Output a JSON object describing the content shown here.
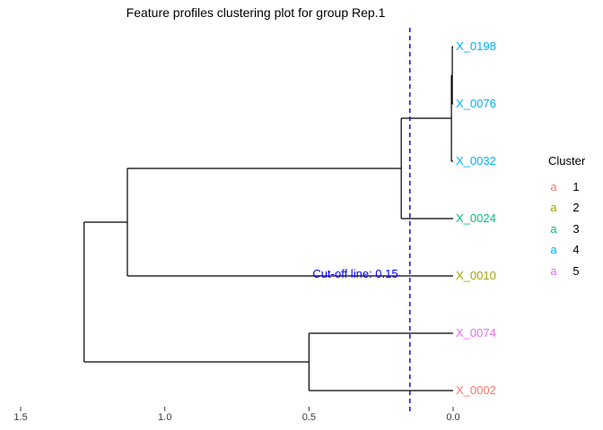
{
  "chart_data": {
    "type": "dendrogram",
    "orientation": "horizontal, leaves on right at height 0, height axis increasing to the left",
    "title": "Feature profiles clustering plot for group Rep.1",
    "axis": {
      "tick_labels": [
        "1.5",
        "1.0",
        "0.5",
        "0.0"
      ],
      "tick_values": [
        1.5,
        1.0,
        0.5,
        0.0
      ],
      "range": [
        1.55,
        -0.05
      ],
      "grid": "off"
    },
    "leaves": [
      {
        "label": "X_0198",
        "cluster": "4",
        "color": "#00B0F6"
      },
      {
        "label": "X_0076",
        "cluster": "4",
        "color": "#00B0F6"
      },
      {
        "label": "X_0032",
        "cluster": "4",
        "color": "#00B0F6"
      },
      {
        "label": "X_0024",
        "cluster": "3",
        "color": "#00BF7D"
      },
      {
        "label": "X_0010",
        "cluster": "2",
        "color": "#A3A500"
      },
      {
        "label": "X_0074",
        "cluster": "5",
        "color": "#E76BF3"
      },
      {
        "label": "X_0002",
        "cluster": "1",
        "color": "#F8766D"
      }
    ],
    "merges": [
      {
        "members": [
          "X_0198",
          "X_0076"
        ],
        "height": 0.003
      },
      {
        "members": [
          "X_0198+X_0076",
          "X_0032"
        ],
        "height": 0.006
      },
      {
        "members": [
          "X_0198+X_0076+X_0032",
          "X_0024"
        ],
        "height": 0.18
      },
      {
        "members": [
          "X_0074",
          "X_0002"
        ],
        "height": 0.5
      },
      {
        "members": [
          "top-four-leaves",
          "X_0010"
        ],
        "height": 1.13
      },
      {
        "members": [
          "top-five-leaves",
          "X_0074+X_0002"
        ],
        "height": 1.28
      }
    ],
    "tree": {
      "h": 1.28,
      "children": [
        {
          "h": 1.13,
          "children": [
            {
              "h": 0.18,
              "children": [
                {
                  "h": 0.006,
                  "children": [
                    {
                      "h": 0.003,
                      "children": [
                        {
                          "leaf": 0
                        },
                        {
                          "leaf": 1
                        }
                      ]
                    },
                    {
                      "leaf": 2
                    }
                  ]
                },
                {
                  "leaf": 3
                }
              ]
            },
            {
              "leaf": 4
            }
          ]
        },
        {
          "h": 0.5,
          "children": [
            {
              "leaf": 5
            },
            {
              "leaf": 6
            }
          ]
        }
      ]
    },
    "cutoff": {
      "label": "Cut-off line: 0.15",
      "value": 0.15,
      "color": "#0000FF",
      "style": "dashed vertical line"
    },
    "legend": {
      "title": "Cluster",
      "position": "right",
      "entries": [
        {
          "key": "a",
          "label": "1",
          "color": "#F8766D"
        },
        {
          "key": "a",
          "label": "2",
          "color": "#A3A500"
        },
        {
          "key": "a",
          "label": "3",
          "color": "#00BF7D"
        },
        {
          "key": "a",
          "label": "4",
          "color": "#00B0F6"
        },
        {
          "key": "a",
          "label": "5",
          "color": "#E76BF3"
        }
      ]
    },
    "line_color": "#000000",
    "background_color": "#FFFFFF"
  }
}
